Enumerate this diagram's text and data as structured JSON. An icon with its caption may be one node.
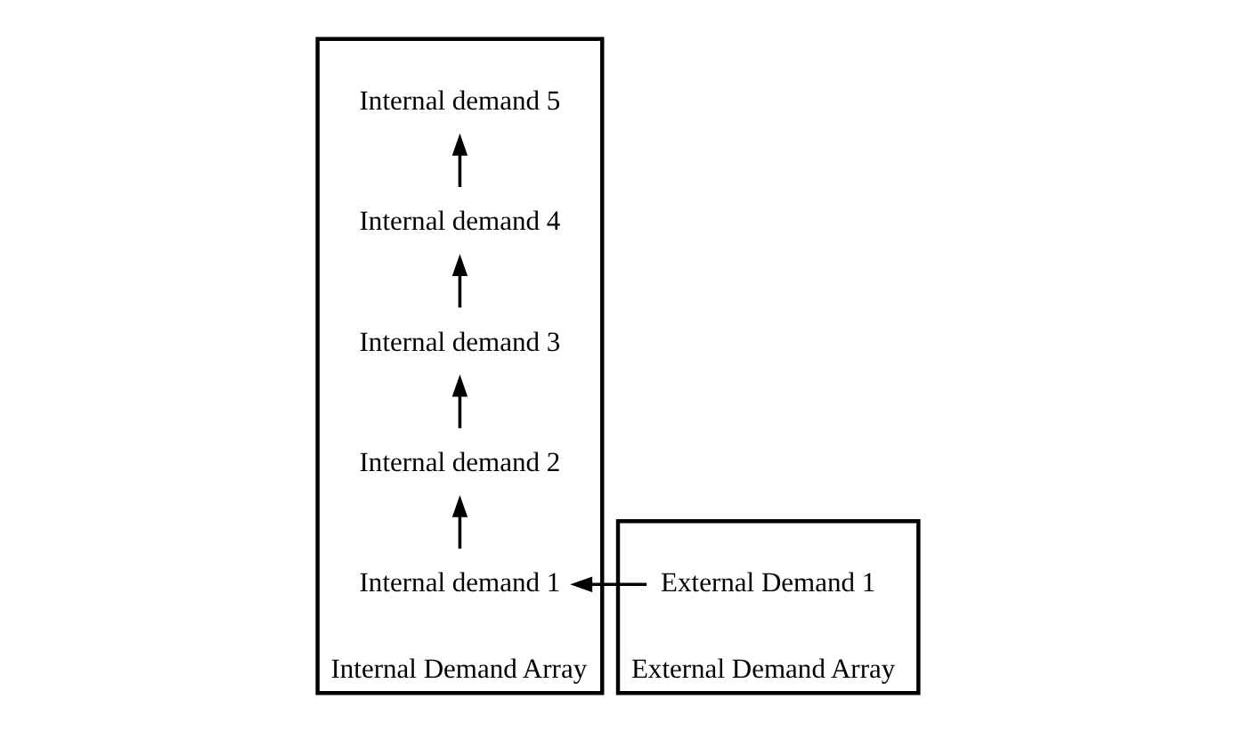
{
  "diagram": {
    "nodes": [
      {
        "text": [
          "Internal Demand Array"
        ]
      },
      {
        "text": [
          "Internal demand 5"
        ],
        "in": 0
      },
      {
        "text": [
          "Internal demand 4"
        ],
        "in": 0
      },
      {
        "text": [
          "Internal demand 3"
        ],
        "in": 0
      },
      {
        "text": [
          "Internal demand 2"
        ],
        "in": 0
      },
      {
        "text": [
          "Internal demand 1"
        ],
        "in": 0
      },
      {
        "text": [
          "External Demand Array"
        ]
      },
      {
        "text": [
          "External Demand 1"
        ],
        "in": 6
      }
    ],
    "edges": [
      {
        "from": 5,
        "to": 4,
        "arrow": "to"
      },
      {
        "from": 4,
        "to": 3,
        "arrow": "to"
      },
      {
        "from": 3,
        "to": 2,
        "arrow": "to"
      },
      {
        "from": 2,
        "to": 1,
        "arrow": "to"
      },
      {
        "from": 7,
        "to": 5,
        "arrow": "to"
      }
    ]
  }
}
